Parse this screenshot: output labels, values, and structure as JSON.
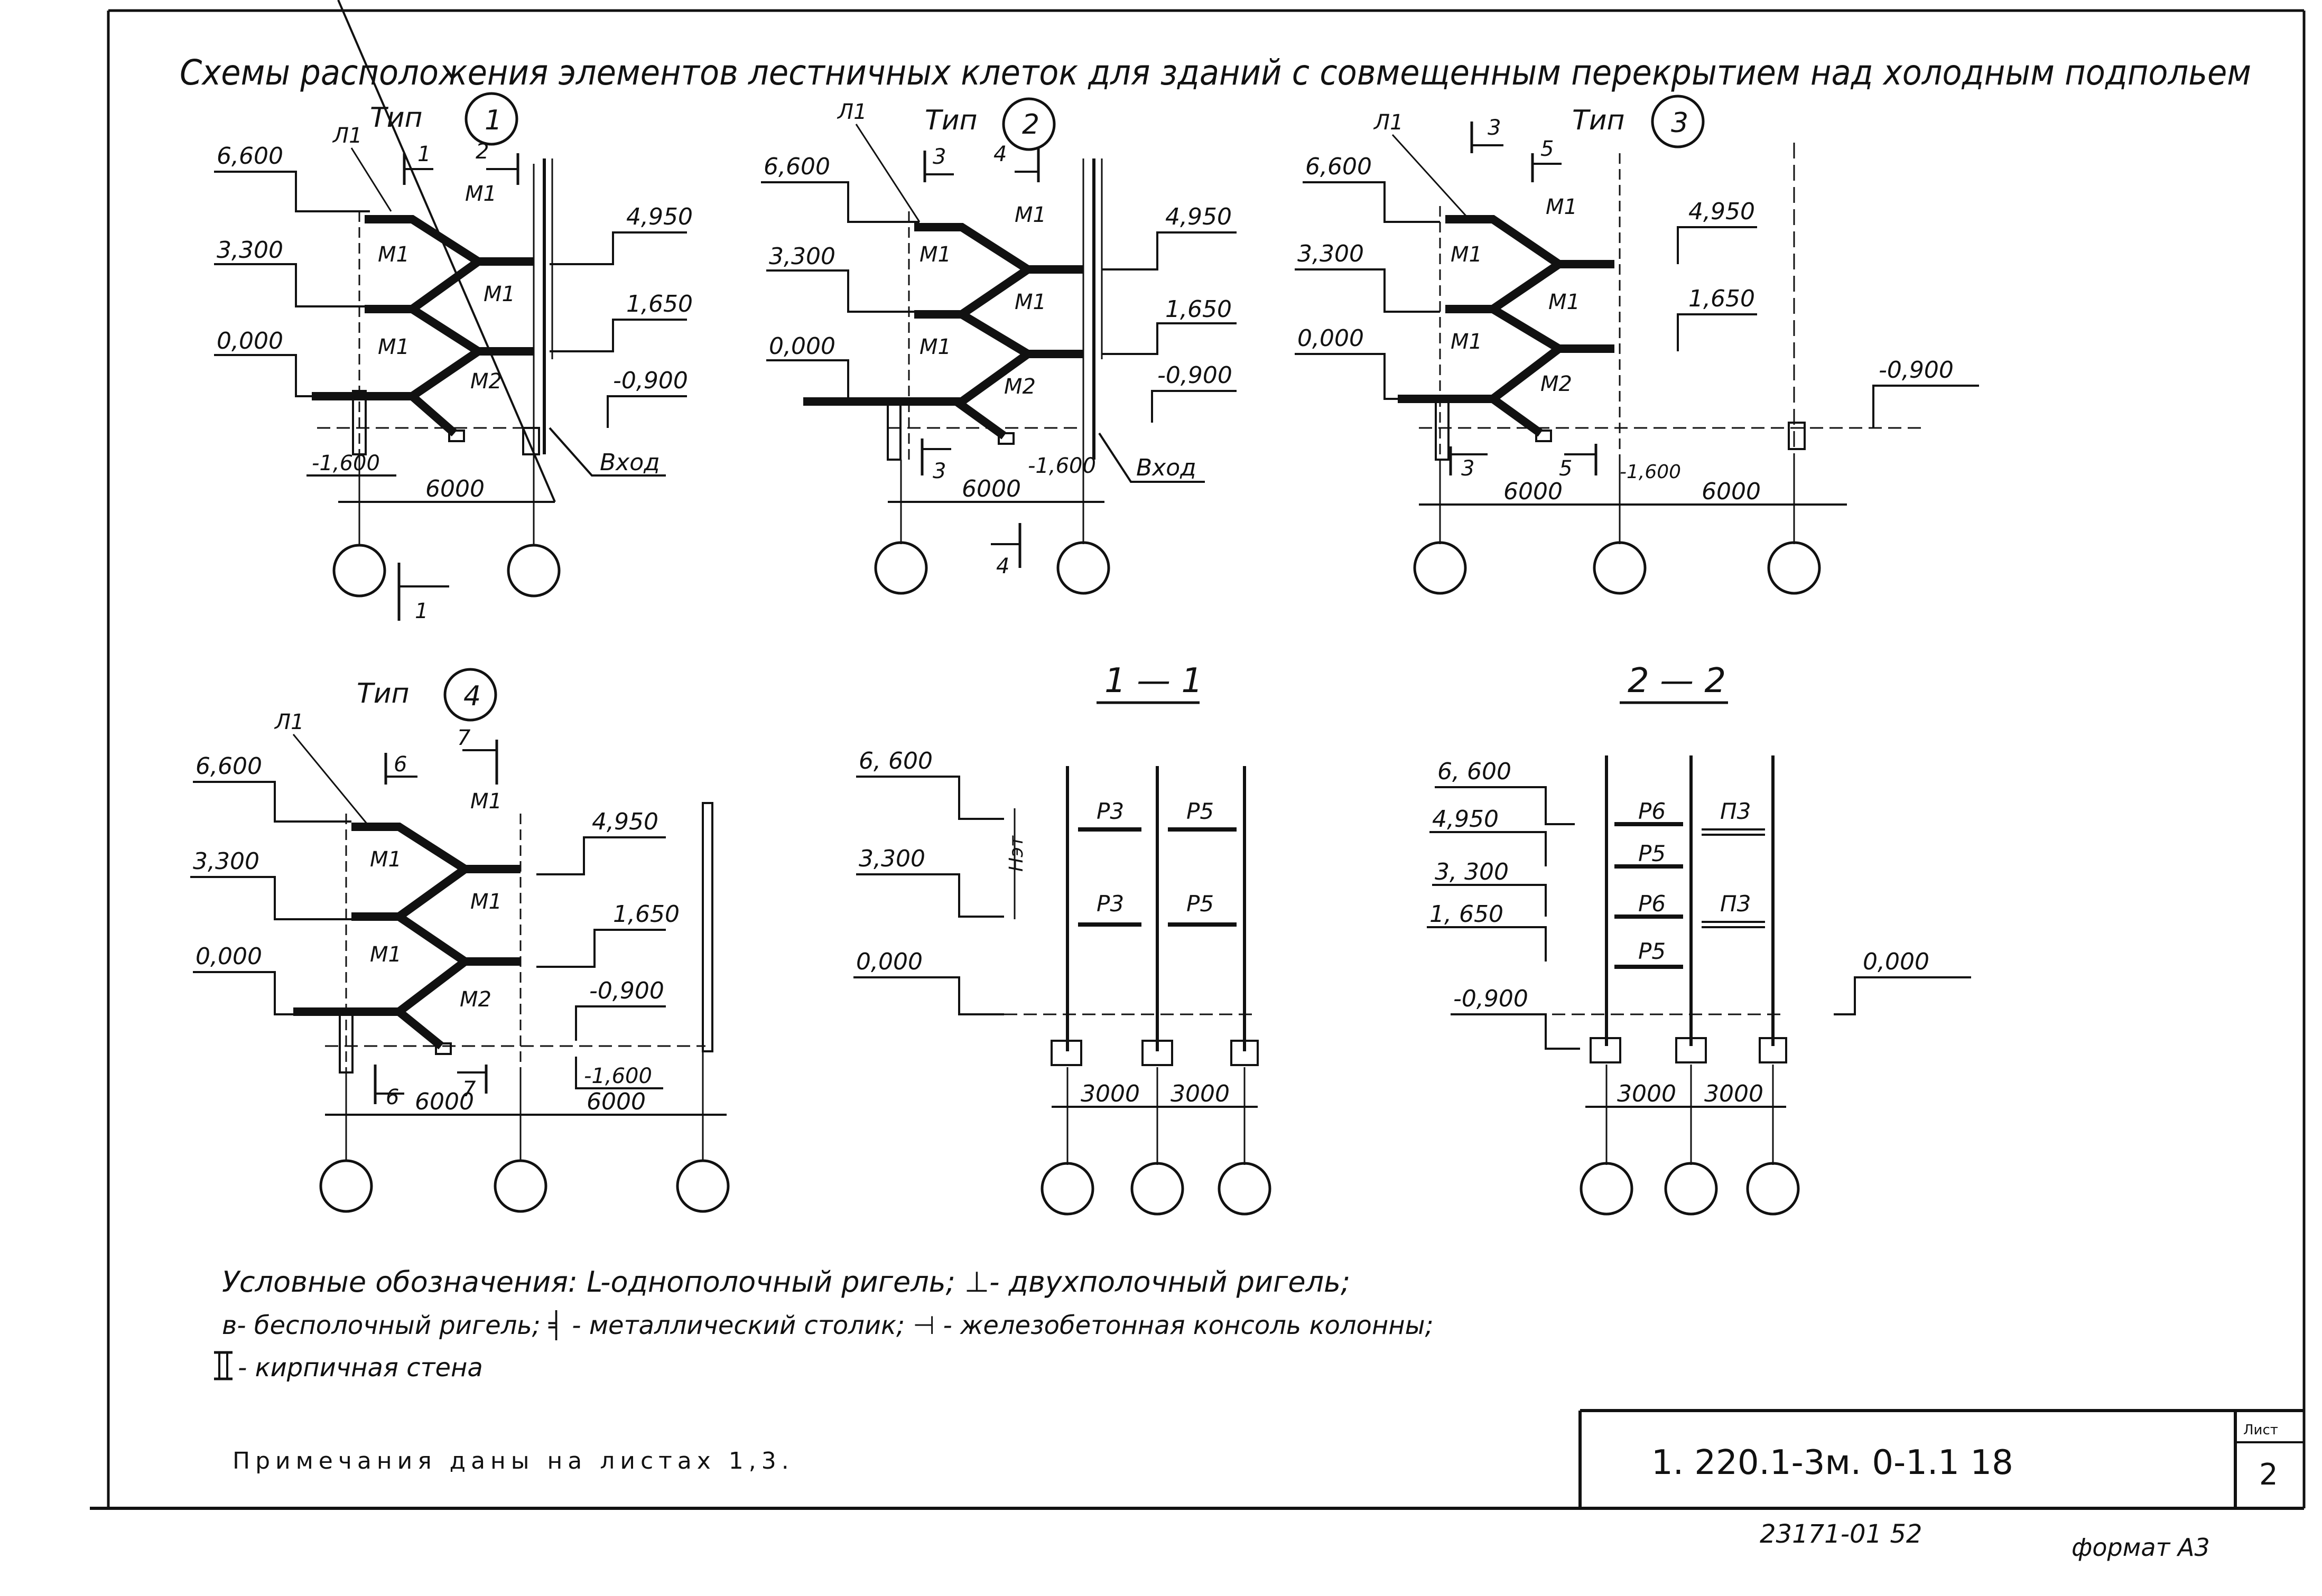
{
  "title": "Схемы расположения элементов лестничных клеток для зданий с совмещенным перекрытием над холодным подпольем",
  "schemes": {
    "type1": {
      "label": "Тип",
      "num": "1",
      "levels": [
        "6,600",
        "3,300",
        "0,000"
      ],
      "right_levels": [
        "4,950",
        "1,650",
        "-0,900"
      ],
      "bottom_level": "-1,600",
      "members": [
        "Л1",
        "М1",
        "М1",
        "М1",
        "М1",
        "М2"
      ],
      "sections": [
        "1",
        "2"
      ],
      "span": "6000",
      "entry": "Вход"
    },
    "type2": {
      "label": "Тип",
      "num": "2",
      "levels": [
        "6,600",
        "3,300",
        "0,000"
      ],
      "right_levels": [
        "4,950",
        "1,650",
        "-0,900"
      ],
      "bottom_level": "-1,600",
      "members": [
        "Л1",
        "М1",
        "М1",
        "М1",
        "М1",
        "М2"
      ],
      "sections": [
        "3",
        "4"
      ],
      "span": "6000",
      "entry": "Вход"
    },
    "type3": {
      "label": "Тип",
      "num": "3",
      "levels": [
        "6,600",
        "3,300",
        "0,000"
      ],
      "right_levels": [
        "4,950",
        "1,650",
        "-0,900"
      ],
      "bottom_level": "-1,600",
      "members": [
        "Л1",
        "М1",
        "М1",
        "М1",
        "М1",
        "М2"
      ],
      "sections": [
        "3",
        "5"
      ],
      "spans": [
        "6000",
        "6000"
      ]
    },
    "type4": {
      "label": "Тип",
      "num": "4",
      "levels": [
        "6,600",
        "3,300",
        "0,000"
      ],
      "right_levels": [
        "4,950",
        "1,650",
        "-0,900",
        "-1,600"
      ],
      "members": [
        "Л1",
        "М1",
        "М1",
        "М1",
        "М1",
        "М2"
      ],
      "sections": [
        "6",
        "7"
      ],
      "spans": [
        "6000",
        "6000"
      ]
    }
  },
  "section11": {
    "title": "1 — 1",
    "levels": [
      "6, 600",
      "3,300",
      "0,000"
    ],
    "height": "Нэт",
    "members": [
      "Р3",
      "Р5",
      "Р3",
      "Р5"
    ],
    "spans": [
      "3000",
      "3000"
    ]
  },
  "section22": {
    "title": "2 — 2",
    "levels": [
      "6, 600",
      "4,950",
      "3, 300",
      "1, 650",
      "-0,900",
      "0,000"
    ],
    "members": [
      "Р6",
      "П3",
      "Р5",
      "Р6",
      "П3",
      "Р5"
    ],
    "spans": [
      "3000",
      "3000"
    ]
  },
  "legend": {
    "line1": "Условные обозначения: L-однополочный ригель; ⊥- двухполочный ригель;",
    "line2": "в- бесполочный ригель; ╡ - металлический столик; ⊣ - железобетонная консоль колонны;",
    "line3": "- кирпичная стена"
  },
  "notes": "Примечания даны на листах 1,3.",
  "stamp": {
    "code": "1. 220.1-3м. 0-1.1 18",
    "sheet_label": "Лист",
    "sheet": "2"
  },
  "footer": {
    "number": "23171-01  52",
    "format": "формат А3"
  }
}
